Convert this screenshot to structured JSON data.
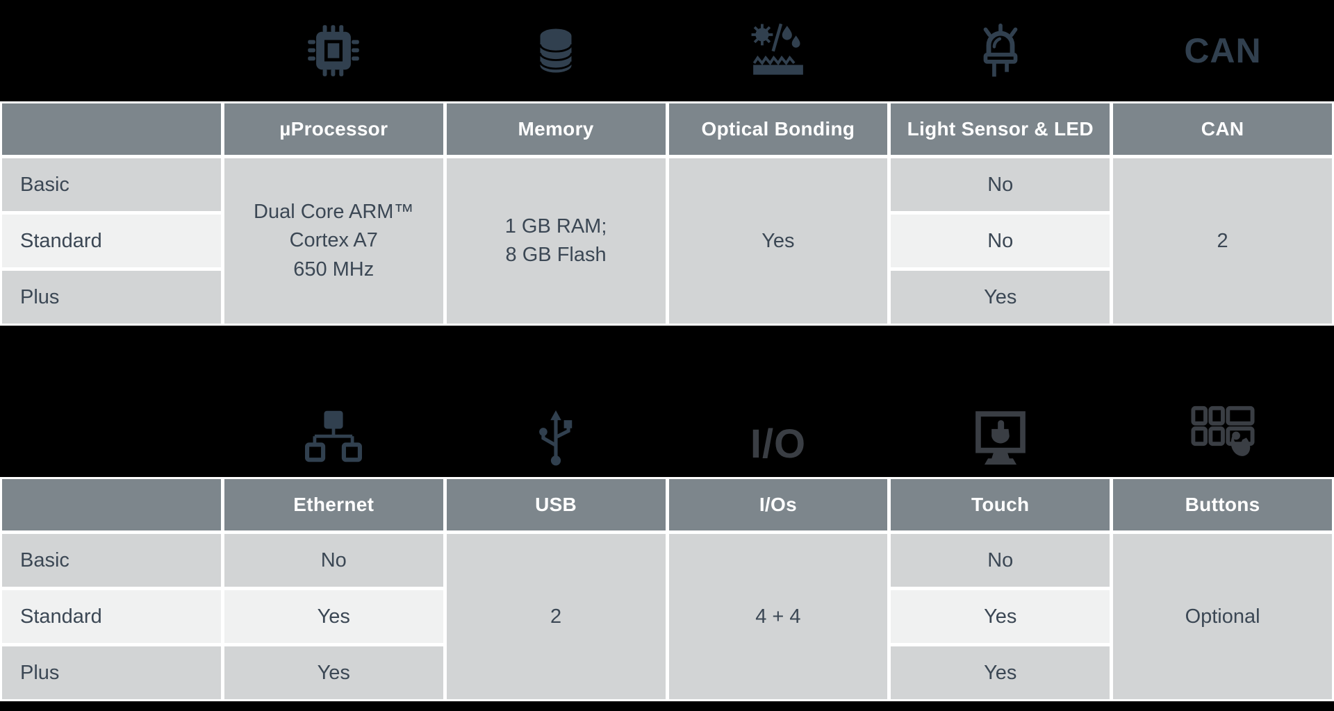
{
  "colors": {
    "background": "#000000",
    "header_bg": "#7d868c",
    "header_text": "#ffffff",
    "cell_bg": "#d2d4d5",
    "cell_bg_alt": "#f0f1f1",
    "cell_text": "#3b4754",
    "icon_color": "#31404f",
    "icon_color_dark": "#3a3e44"
  },
  "icon_rows": {
    "row1": [
      "",
      "chip",
      "memory-database",
      "optical-bonding",
      "led-light-sensor",
      "can-label"
    ],
    "row2": [
      "",
      "ethernet-network",
      "usb",
      "io-label",
      "touch-display",
      "buttons-keypad"
    ],
    "can_label": "CAN",
    "io_label": "I/O"
  },
  "table1": {
    "columns": [
      "",
      "µProcessor",
      "Memory",
      "Optical Bonding",
      "Light Sensor & LED",
      "CAN"
    ],
    "row_labels": [
      "Basic",
      "Standard",
      "Plus"
    ],
    "processor": "Dual Core ARM™\nCortex A7\n650 MHz",
    "memory": "1 GB RAM;\n8 GB Flash",
    "optical_bonding": "Yes",
    "light_sensor_led": [
      "No",
      "No",
      "Yes"
    ],
    "can": "2"
  },
  "table2": {
    "columns": [
      "",
      "Ethernet",
      "USB",
      "I/Os",
      "Touch",
      "Buttons"
    ],
    "row_labels": [
      "Basic",
      "Standard",
      "Plus"
    ],
    "ethernet": [
      "No",
      "Yes",
      "Yes"
    ],
    "usb": "2",
    "ios": "4 + 4",
    "touch": [
      "No",
      "Yes",
      "Yes"
    ],
    "buttons": "Optional"
  }
}
